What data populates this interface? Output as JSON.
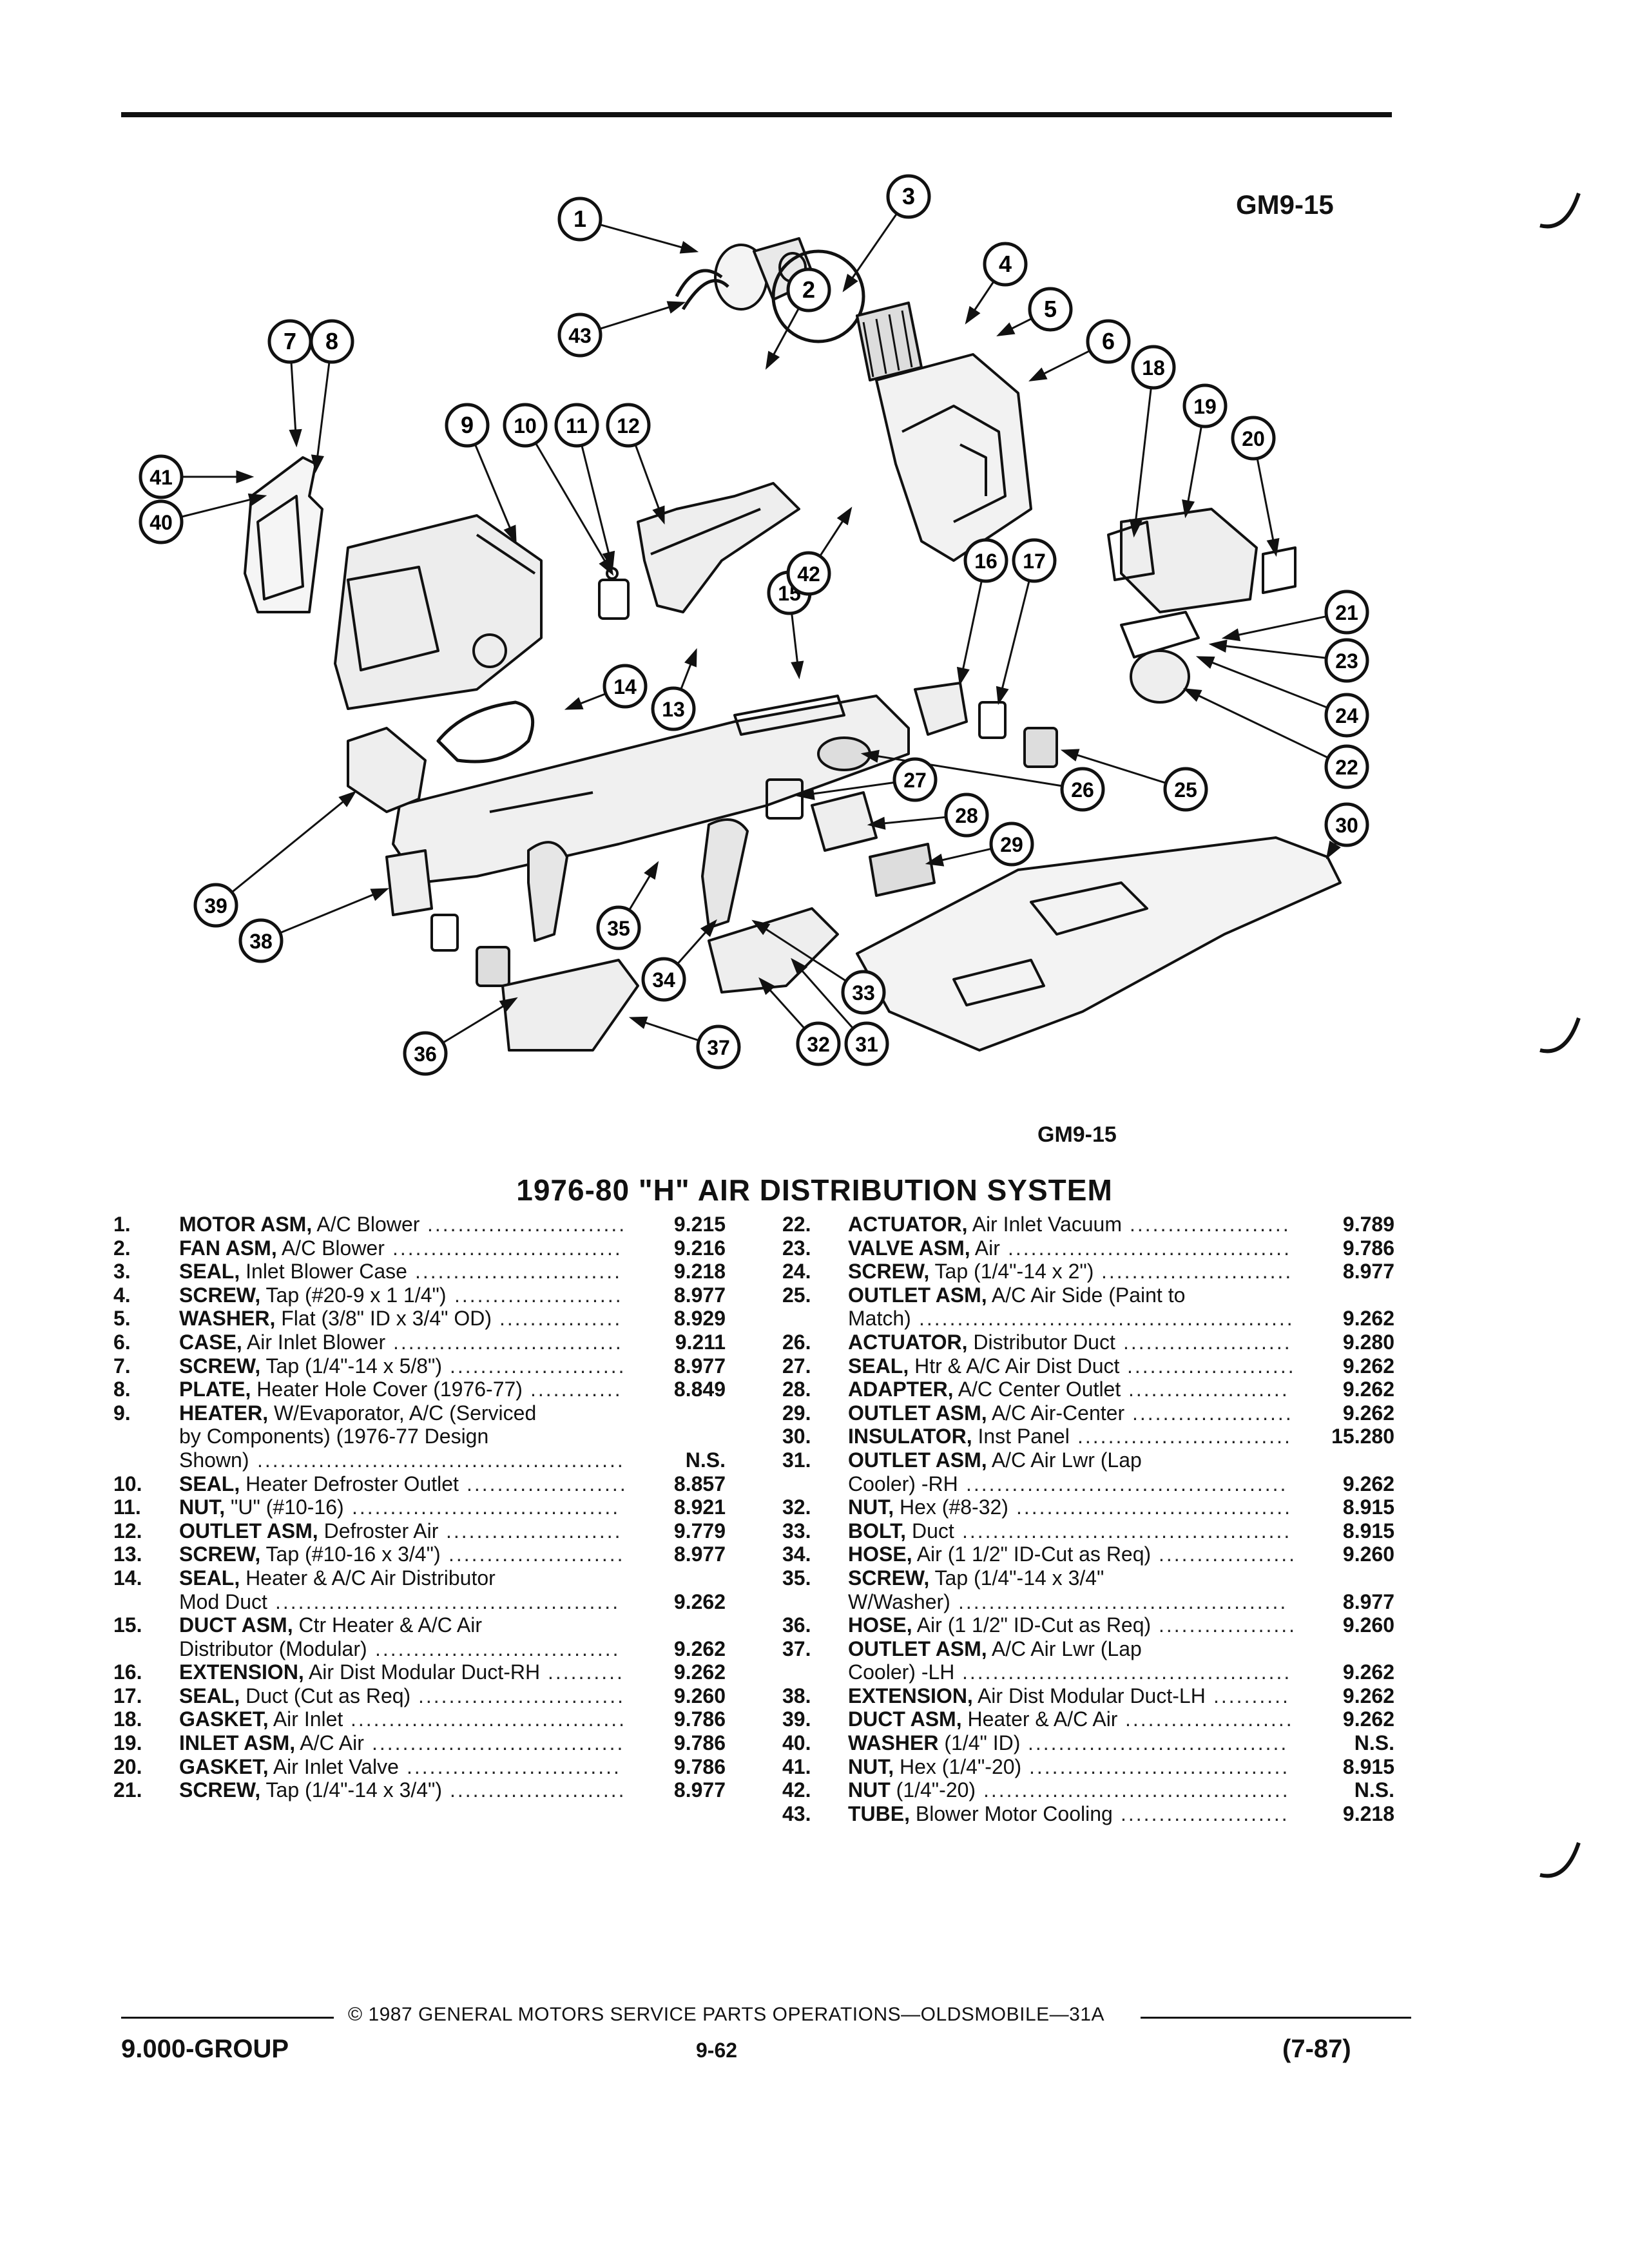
{
  "figure_code": "GM9-15",
  "title": "1976-80 \"H\" AIR DISTRIBUTION SYSTEM",
  "callouts": [
    "1",
    "2",
    "3",
    "4",
    "5",
    "6",
    "7",
    "8",
    "9",
    "10",
    "11",
    "12",
    "13",
    "14",
    "15",
    "16",
    "17",
    "18",
    "19",
    "20",
    "21",
    "22",
    "23",
    "24",
    "25",
    "26",
    "27",
    "28",
    "29",
    "30",
    "31",
    "32",
    "33",
    "34",
    "35",
    "36",
    "37",
    "38",
    "39",
    "40",
    "41",
    "42",
    "43"
  ],
  "parts_left": [
    {
      "num": "1.",
      "name": "MOTOR ASM,",
      "desc": "A/C Blower",
      "group": "9.215"
    },
    {
      "num": "2.",
      "name": "FAN ASM,",
      "desc": "A/C Blower",
      "group": "9.216"
    },
    {
      "num": "3.",
      "name": "SEAL,",
      "desc": "Inlet Blower Case",
      "group": "9.218"
    },
    {
      "num": "4.",
      "name": "SCREW,",
      "desc": "Tap (#20-9 x 1 1/4\")",
      "group": "8.977"
    },
    {
      "num": "5.",
      "name": "WASHER,",
      "desc": "Flat (3/8\" ID x 3/4\" OD)",
      "group": "8.929"
    },
    {
      "num": "6.",
      "name": "CASE,",
      "desc": "Air Inlet Blower",
      "group": "9.211"
    },
    {
      "num": "7.",
      "name": "SCREW,",
      "desc": "Tap (1/4\"-14 x 5/8\")",
      "group": "8.977"
    },
    {
      "num": "8.",
      "name": "PLATE,",
      "desc": "Heater Hole Cover (1976-77)",
      "group": "8.849"
    },
    {
      "num": "9.",
      "name": "HEATER,",
      "desc": "W/Evaporator, A/C (Serviced",
      "group": ""
    },
    {
      "num": "",
      "name": "",
      "desc": "by Components) (1976-77 Design",
      "group": ""
    },
    {
      "num": "",
      "name": "",
      "desc": "Shown)",
      "group": "N.S."
    },
    {
      "num": "10.",
      "name": "SEAL,",
      "desc": "Heater Defroster Outlet",
      "group": "8.857"
    },
    {
      "num": "11.",
      "name": "NUT,",
      "desc": "\"U\" (#10-16)",
      "group": "8.921"
    },
    {
      "num": "12.",
      "name": "OUTLET ASM,",
      "desc": "Defroster Air",
      "group": "9.779"
    },
    {
      "num": "13.",
      "name": "SCREW,",
      "desc": "Tap (#10-16 x 3/4\")",
      "group": "8.977"
    },
    {
      "num": "14.",
      "name": "SEAL,",
      "desc": "Heater & A/C Air Distributor",
      "group": ""
    },
    {
      "num": "",
      "name": "",
      "desc": "Mod Duct",
      "group": "9.262"
    },
    {
      "num": "15.",
      "name": "DUCT ASM,",
      "desc": "Ctr Heater & A/C Air",
      "group": ""
    },
    {
      "num": "",
      "name": "",
      "desc": "Distributor (Modular)",
      "group": "9.262"
    },
    {
      "num": "16.",
      "name": "EXTENSION,",
      "desc": "Air Dist Modular Duct-RH",
      "group": "9.262"
    },
    {
      "num": "17.",
      "name": "SEAL,",
      "desc": "Duct (Cut as Req)",
      "group": "9.260"
    },
    {
      "num": "18.",
      "name": "GASKET,",
      "desc": "Air Inlet",
      "group": "9.786"
    },
    {
      "num": "19.",
      "name": "INLET ASM,",
      "desc": "A/C Air",
      "group": "9.786"
    },
    {
      "num": "20.",
      "name": "GASKET,",
      "desc": "Air Inlet Valve",
      "group": "9.786"
    },
    {
      "num": "21.",
      "name": "SCREW,",
      "desc": "Tap (1/4\"-14 x 3/4\")",
      "group": "8.977"
    }
  ],
  "parts_right": [
    {
      "num": "22.",
      "name": "ACTUATOR,",
      "desc": "Air Inlet Vacuum",
      "group": "9.789"
    },
    {
      "num": "23.",
      "name": "VALVE ASM,",
      "desc": "Air",
      "group": "9.786"
    },
    {
      "num": "24.",
      "name": "SCREW,",
      "desc": "Tap (1/4\"-14 x 2\")",
      "group": "8.977"
    },
    {
      "num": "25.",
      "name": "OUTLET ASM,",
      "desc": "A/C Air Side (Paint to",
      "group": ""
    },
    {
      "num": "",
      "name": "",
      "desc": "Match)",
      "group": "9.262"
    },
    {
      "num": "26.",
      "name": "ACTUATOR,",
      "desc": "Distributor Duct",
      "group": "9.280"
    },
    {
      "num": "27.",
      "name": "SEAL,",
      "desc": "Htr & A/C Air Dist Duct",
      "group": "9.262"
    },
    {
      "num": "28.",
      "name": "ADAPTER,",
      "desc": "A/C Center Outlet",
      "group": "9.262"
    },
    {
      "num": "29.",
      "name": "OUTLET ASM,",
      "desc": "A/C Air-Center",
      "group": "9.262"
    },
    {
      "num": "30.",
      "name": "INSULATOR,",
      "desc": "Inst Panel",
      "group": "15.280"
    },
    {
      "num": "31.",
      "name": "OUTLET ASM,",
      "desc": "A/C Air Lwr (Lap",
      "group": ""
    },
    {
      "num": "",
      "name": "",
      "desc": "Cooler) -RH",
      "group": "9.262"
    },
    {
      "num": "32.",
      "name": "NUT,",
      "desc": "Hex (#8-32)",
      "group": "8.915"
    },
    {
      "num": "33.",
      "name": "BOLT,",
      "desc": "Duct",
      "group": "8.915"
    },
    {
      "num": "34.",
      "name": "HOSE,",
      "desc": "Air (1 1/2\" ID-Cut as Req)",
      "group": "9.260"
    },
    {
      "num": "35.",
      "name": "SCREW,",
      "desc": "Tap (1/4\"-14 x 3/4\"",
      "group": ""
    },
    {
      "num": "",
      "name": "",
      "desc": "W/Washer)",
      "group": "8.977"
    },
    {
      "num": "36.",
      "name": "HOSE,",
      "desc": "Air (1 1/2\" ID-Cut as Req)",
      "group": "9.260"
    },
    {
      "num": "37.",
      "name": "OUTLET ASM,",
      "desc": "A/C Air Lwr (Lap",
      "group": ""
    },
    {
      "num": "",
      "name": "",
      "desc": "Cooler) -LH",
      "group": "9.262"
    },
    {
      "num": "38.",
      "name": "EXTENSION,",
      "desc": "Air Dist Modular Duct-LH",
      "group": "9.262"
    },
    {
      "num": "39.",
      "name": "DUCT ASM,",
      "desc": "Heater & A/C Air",
      "group": "9.262"
    },
    {
      "num": "40.",
      "name": "WASHER",
      "desc": "(1/4\" ID)",
      "group": "N.S."
    },
    {
      "num": "41.",
      "name": "NUT,",
      "desc": "Hex (1/4\"-20)",
      "group": "8.915"
    },
    {
      "num": "42.",
      "name": "NUT",
      "desc": "(1/4\"-20)",
      "group": "N.S."
    },
    {
      "num": "43.",
      "name": "TUBE,",
      "desc": "Blower Motor Cooling",
      "group": "9.218"
    }
  ],
  "footer": {
    "copyright": "© 1987 GENERAL MOTORS SERVICE PARTS OPERATIONS—OLDSMOBILE—31A",
    "group": "9.000-GROUP",
    "page": "9-62",
    "date_code": "(7-87)"
  }
}
